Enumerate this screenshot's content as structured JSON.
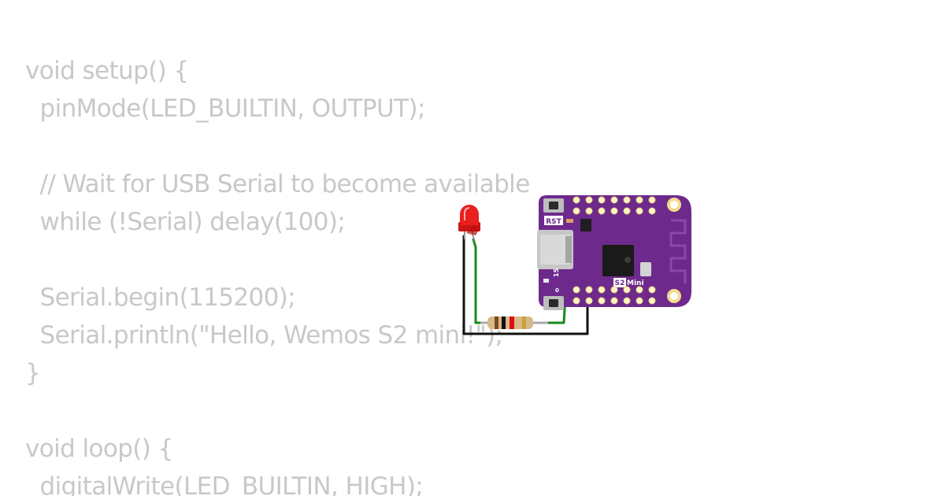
{
  "code": {
    "lines": [
      "void setup() {",
      "  pinMode(LED_BUILTIN, OUTPUT);",
      "",
      "  // Wait for USB Serial to become available",
      "  while (!Serial) delay(100);",
      "",
      "  Serial.begin(115200);",
      "  Serial.println(\"Hello, Wemos S2 mini!\");",
      "}",
      "",
      "void loop() {",
      "  digitalWrite(LED_BUILTIN, HIGH);"
    ]
  },
  "board": {
    "rst_label": "RST",
    "name_label": "S2",
    "name_suffix": "Mini",
    "pin_label_15": "15",
    "pin_label_0": "0",
    "color": "#6d2a8c"
  },
  "colors": {
    "code_text": "#c8c8c8",
    "wire_green": "#1a8a1a",
    "wire_black": "#111111",
    "led_red": "#e82020"
  }
}
